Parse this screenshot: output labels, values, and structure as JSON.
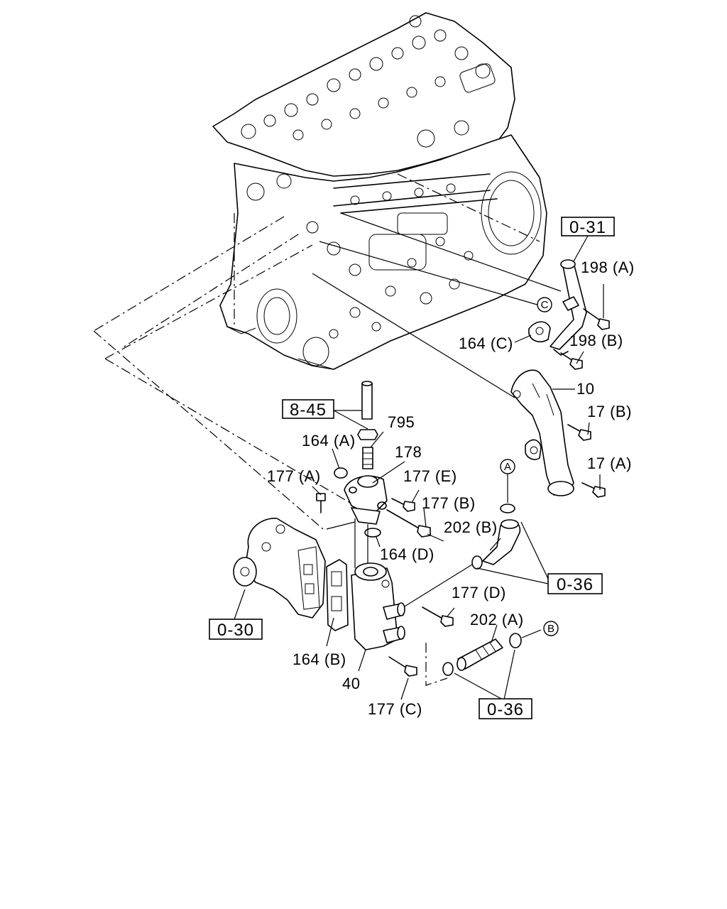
{
  "ref_boxes": {
    "r_0_31": "0-31",
    "r_8_45": "8-45",
    "r_0_30": "0-30",
    "r_0_36a": "0-36",
    "r_0_36b": "0-36"
  },
  "callouts": {
    "p198a": "198 (A)",
    "p198b": "198 (B)",
    "p164c": "164 (C)",
    "p10": "10",
    "p17b": "17 (B)",
    "p17a": "17 (A)",
    "p795": "795",
    "p164a": "164 (A)",
    "p178": "178",
    "p177a": "177 (A)",
    "p177e": "177 (E)",
    "p177b": "177 (B)",
    "p202b": "202 (B)",
    "p164d": "164 (D)",
    "p177d": "177 (D)",
    "p202a": "202 (A)",
    "p164b": "164 (B)",
    "p40": "40",
    "p177c": "177 (C)"
  },
  "circle_markers": {
    "C": "C",
    "A": "A",
    "B": "B"
  }
}
